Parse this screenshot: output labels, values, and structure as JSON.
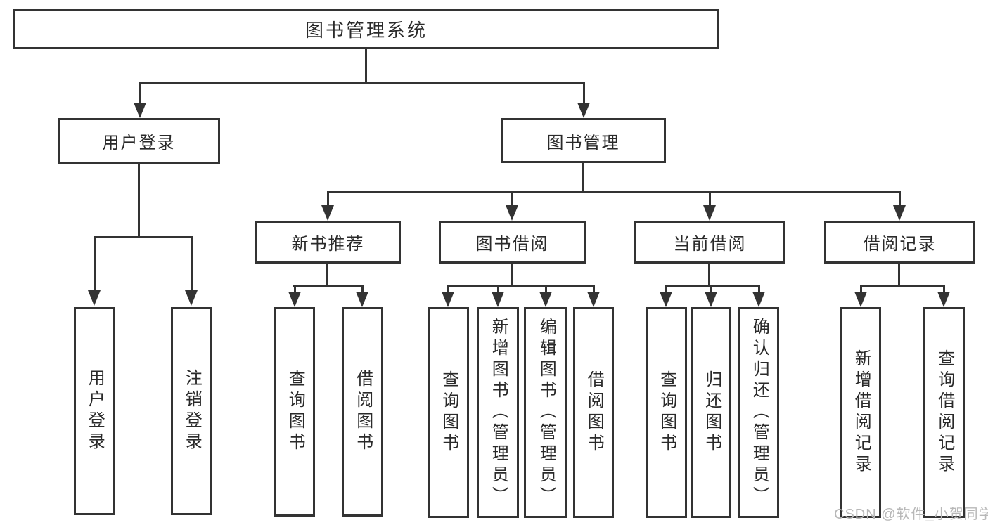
{
  "diagram": {
    "tree": {
      "label": "图书管理系统",
      "children": [
        {
          "label": "用户登录",
          "children": [
            {
              "label": "用户登录"
            },
            {
              "label": "注销登录"
            }
          ]
        },
        {
          "label": "图书管理",
          "children": [
            {
              "label": "新书推荐",
              "children": [
                {
                  "label": "查询图书"
                },
                {
                  "label": "借阅图书"
                }
              ]
            },
            {
              "label": "图书借阅",
              "children": [
                {
                  "label": "查询图书"
                },
                {
                  "label": "新增图书（管理员）"
                },
                {
                  "label": "编辑图书（管理员）"
                },
                {
                  "label": "借阅图书"
                }
              ]
            },
            {
              "label": "当前借阅",
              "children": [
                {
                  "label": "查询图书"
                },
                {
                  "label": "归还图书"
                },
                {
                  "label": "确认归还（管理员）"
                }
              ]
            },
            {
              "label": "借阅记录",
              "children": [
                {
                  "label": "新增借阅记录"
                },
                {
                  "label": "查询借阅记录"
                }
              ]
            }
          ]
        }
      ]
    }
  },
  "watermark": {
    "text": "CSDN @软件_小贺同学"
  },
  "colors": {
    "line": "#333333",
    "background": "#ffffff",
    "text": "#2a2a2a",
    "watermark": "#b8b8b8"
  }
}
